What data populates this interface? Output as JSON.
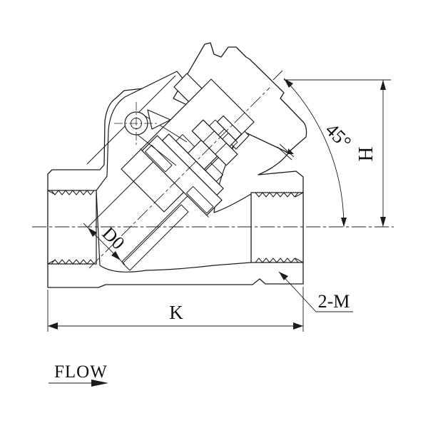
{
  "drawing": {
    "type": "engineering-section-drawing",
    "subject": "45-degree swing check valve cross-section",
    "labels": {
      "angle": "45°",
      "height": "H",
      "bore": "D0",
      "face_to_face": "K",
      "thread": "2-M",
      "flow": "FLOW"
    },
    "colors": {
      "line": "#1c1c1c",
      "background": "#ffffff"
    }
  }
}
